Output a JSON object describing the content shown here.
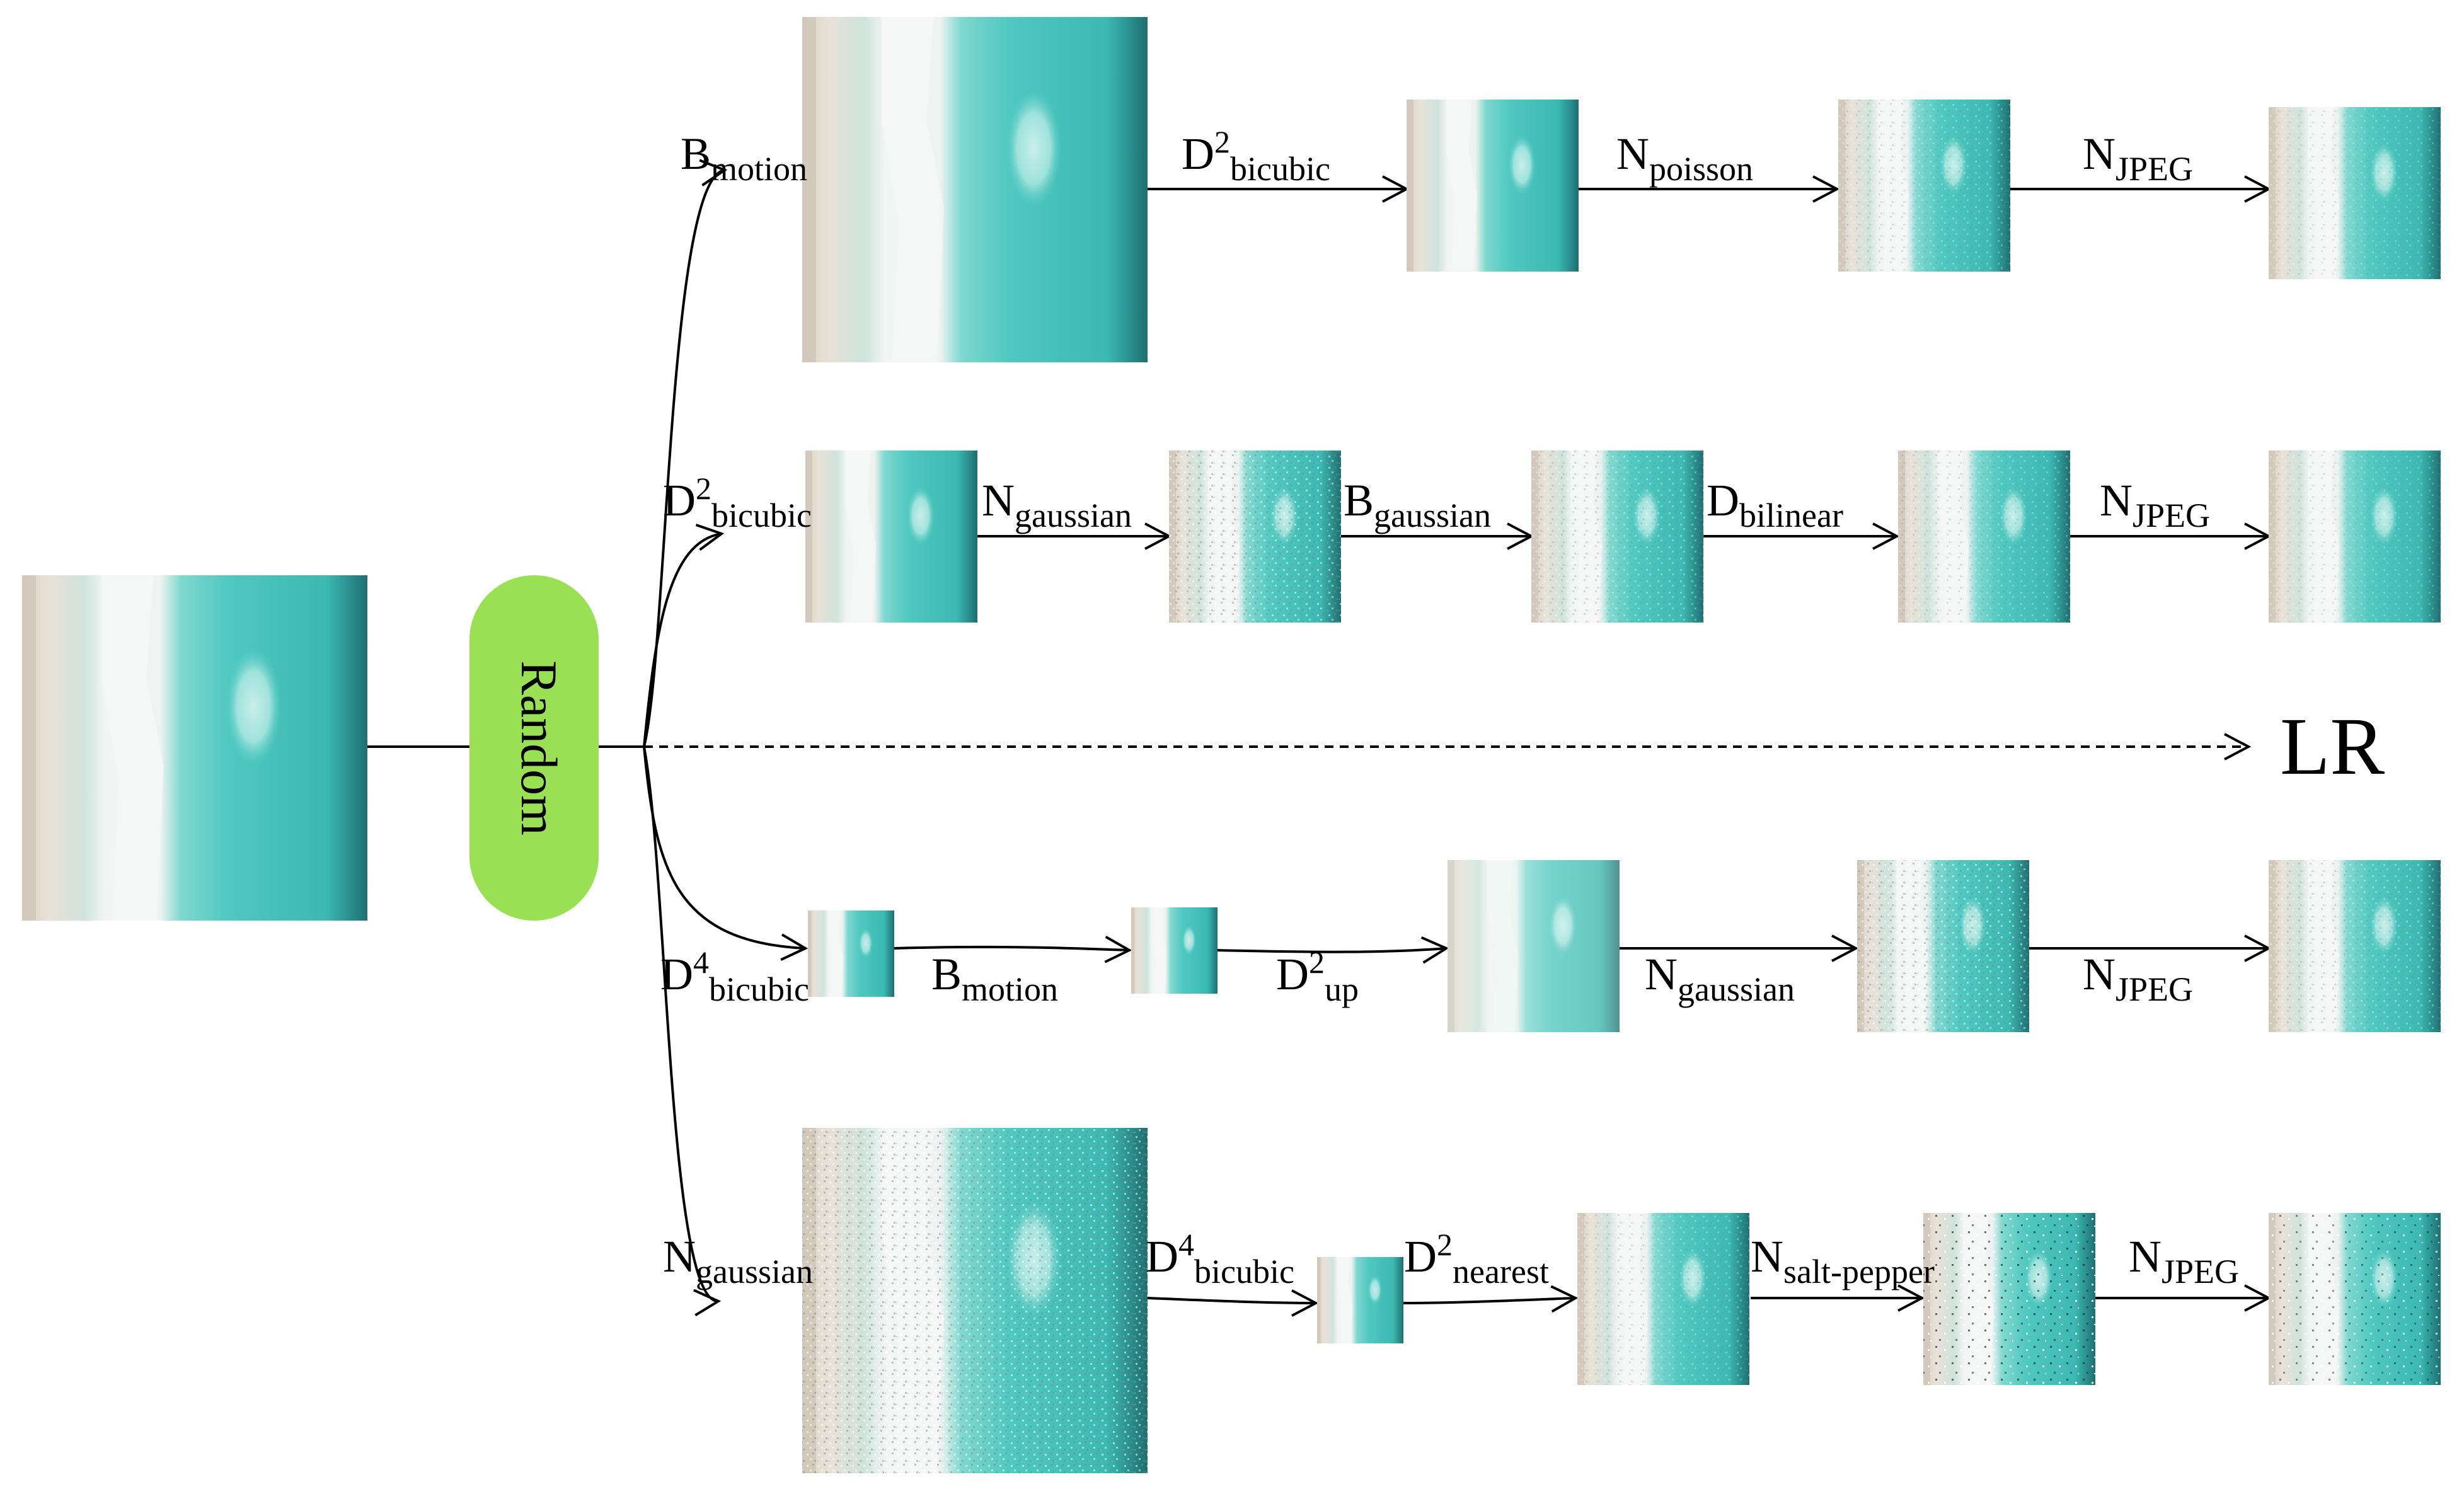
{
  "random_label": "Random",
  "output_label": "LR",
  "colors": {
    "random_node": "#99e055",
    "water_light": "#5cd0c8",
    "water_dark": "#2fa9a3",
    "sand": "#e6ddd2",
    "foam": "#f4f6f5"
  },
  "branches": [
    {
      "entry": {
        "main": "B",
        "sub": "motion",
        "sup": ""
      },
      "steps": [
        {
          "main": "D",
          "sup": "2",
          "sub": "bicubic"
        },
        {
          "main": "N",
          "sup": "",
          "sub": "poisson"
        },
        {
          "main": "N",
          "sup": "",
          "sub": "JPEG"
        }
      ]
    },
    {
      "entry": {
        "main": "D",
        "sup": "2",
        "sub": "bicubic"
      },
      "steps": [
        {
          "main": "N",
          "sup": "",
          "sub": "gaussian"
        },
        {
          "main": "B",
          "sup": "",
          "sub": "gaussian"
        },
        {
          "main": "D",
          "sup": "",
          "sub": "bilinear"
        },
        {
          "main": "N",
          "sup": "",
          "sub": "JPEG"
        }
      ]
    },
    {
      "entry": {
        "main": "D",
        "sup": "4",
        "sub": "bicubic"
      },
      "steps": [
        {
          "main": "B",
          "sup": "",
          "sub": "motion"
        },
        {
          "main": "D",
          "sup": "2",
          "sub": "up"
        },
        {
          "main": "N",
          "sup": "",
          "sub": "gaussian"
        },
        {
          "main": "N",
          "sup": "",
          "sub": "JPEG"
        }
      ]
    },
    {
      "entry": {
        "main": "N",
        "sup": "",
        "sub": "gaussian"
      },
      "steps": [
        {
          "main": "D",
          "sup": "4",
          "sub": "bicubic"
        },
        {
          "main": "D",
          "sup": "2",
          "sub": "nearest"
        },
        {
          "main": "N",
          "sup": "",
          "sub": "salt-pepper"
        },
        {
          "main": "N",
          "sup": "",
          "sub": "JPEG"
        }
      ]
    }
  ]
}
